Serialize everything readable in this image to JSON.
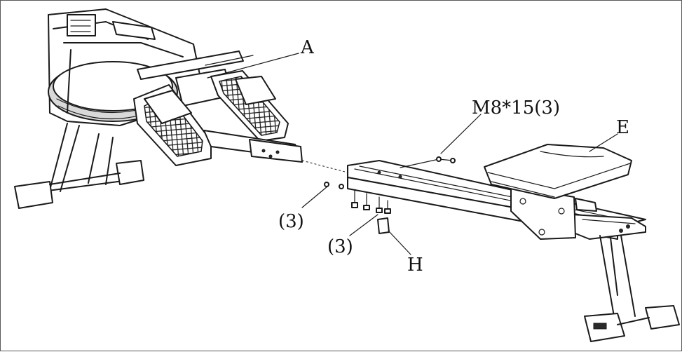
{
  "labels": {
    "a": "A",
    "bolt_spec": "M8*15(3)",
    "e": "E",
    "qty_left": "(3)",
    "qty_bottom": "(3)",
    "h": "H"
  }
}
